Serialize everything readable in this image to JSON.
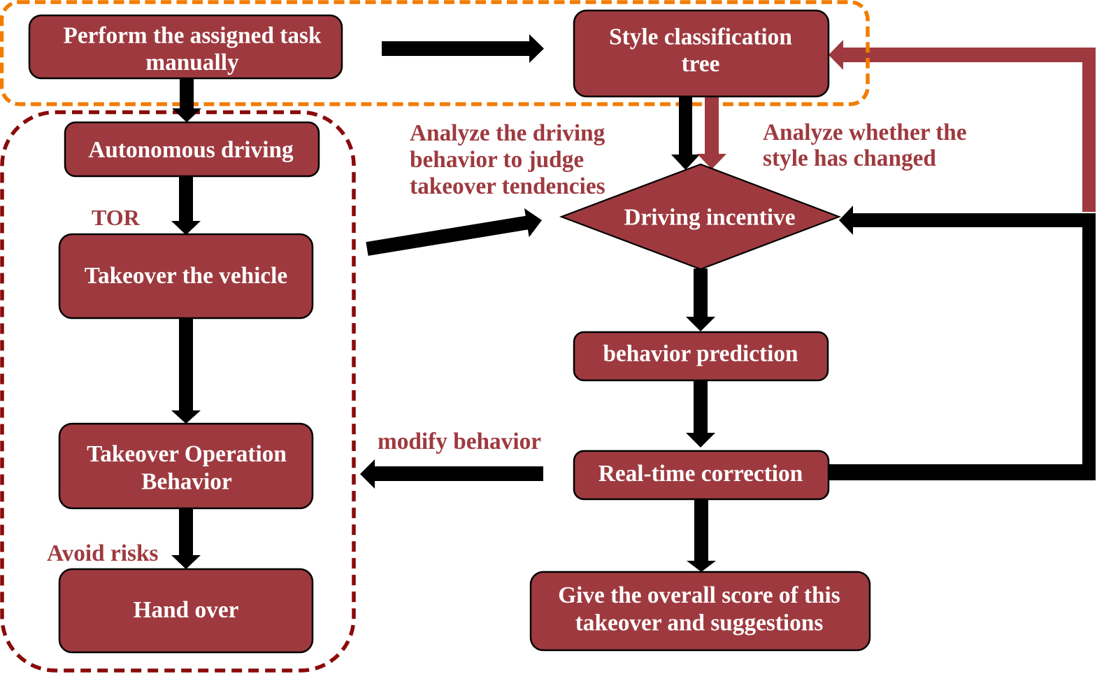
{
  "colors": {
    "node_fill": "#9E3A3F",
    "node_border": "#000000",
    "node_text": "#FFFFFF",
    "label_text": "#9E3A3F",
    "arrow_default": "#000000",
    "arrow_feedback": "#9E3A3F"
  },
  "groups": {
    "manual_driving": {
      "contains": [
        "perform_task",
        "style_tree"
      ],
      "border_style": "dashed",
      "border_color": "#F27C00"
    },
    "takeover_process": {
      "contains": [
        "autonomous_driving",
        "takeover_vehicle",
        "takeover_operation",
        "hand_over"
      ],
      "border_style": "dashed",
      "border_color": "#8A0A0A"
    }
  },
  "nodes": {
    "perform_task": {
      "shape": "rounded-rect",
      "lines": [
        "Perform the assigned task",
        "manually"
      ]
    },
    "style_tree": {
      "shape": "rounded-rect",
      "lines": [
        "Style classification",
        "tree"
      ]
    },
    "autonomous_driving": {
      "shape": "rounded-rect",
      "lines": [
        "Autonomous driving"
      ]
    },
    "takeover_vehicle": {
      "shape": "rounded-rect",
      "lines": [
        "Takeover the vehicle"
      ]
    },
    "takeover_operation": {
      "shape": "rounded-rect",
      "lines": [
        "Takeover Operation",
        "Behavior"
      ]
    },
    "hand_over": {
      "shape": "rounded-rect",
      "lines": [
        "Hand over"
      ]
    },
    "driving_incentive": {
      "shape": "diamond",
      "lines": [
        "Driving incentive"
      ]
    },
    "behavior_prediction": {
      "shape": "rounded-rect",
      "lines": [
        "behavior prediction"
      ]
    },
    "realtime_correction": {
      "shape": "rounded-rect",
      "lines": [
        "Real-time correction"
      ]
    },
    "overall_score": {
      "shape": "rounded-rect",
      "lines": [
        "Give the overall score of this",
        "takeover and suggestions"
      ]
    }
  },
  "edges": [
    {
      "from": "perform_task",
      "to": "autonomous_driving",
      "color": "#000000"
    },
    {
      "from": "perform_task",
      "to": "style_tree",
      "color": "#000000"
    },
    {
      "from": "autonomous_driving",
      "to": "takeover_vehicle",
      "color": "#000000",
      "label": [
        "TOR"
      ]
    },
    {
      "from": "takeover_vehicle",
      "to": "takeover_operation",
      "color": "#000000"
    },
    {
      "from": "takeover_operation",
      "to": "hand_over",
      "color": "#000000",
      "label": [
        "Avoid risks"
      ]
    },
    {
      "from": "takeover_process",
      "to": "driving_incentive",
      "color": "#000000",
      "label": [
        "Analyze the driving",
        "behavior to judge",
        "takeover tendencies"
      ]
    },
    {
      "from": "style_tree",
      "to": "driving_incentive",
      "color": "#000000"
    },
    {
      "from": "style_tree",
      "to": "driving_incentive",
      "color": "#9E3A3F",
      "label": [
        "Analyze whether the",
        "style has changed"
      ]
    },
    {
      "from": "driving_incentive",
      "to": "behavior_prediction",
      "color": "#000000"
    },
    {
      "from": "behavior_prediction",
      "to": "realtime_correction",
      "color": "#000000"
    },
    {
      "from": "realtime_correction",
      "to": "overall_score",
      "color": "#000000"
    },
    {
      "from": "realtime_correction",
      "to": "takeover_process",
      "color": "#000000",
      "label": [
        "modify behavior"
      ]
    },
    {
      "from": "realtime_correction",
      "to": "driving_incentive",
      "color": "#000000"
    },
    {
      "from": "realtime_correction",
      "to": "style_tree",
      "color": "#9E3A3F"
    }
  ]
}
